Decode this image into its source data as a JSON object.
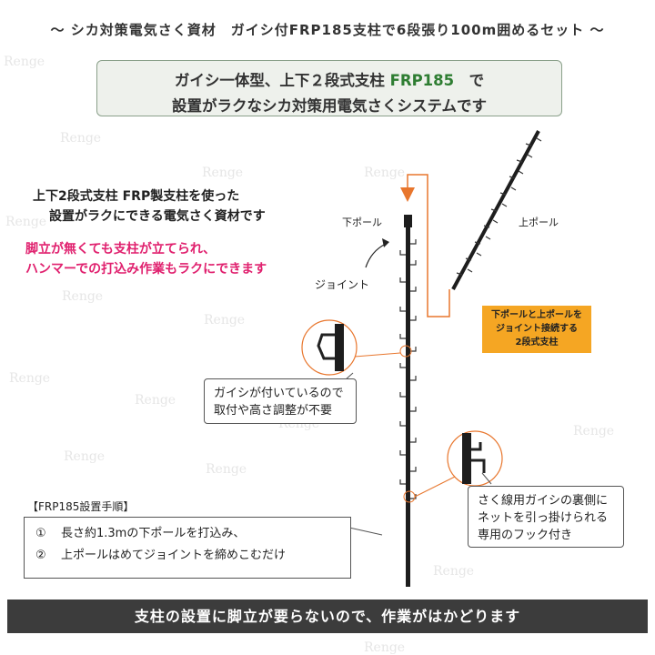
{
  "title": "〜 シカ対策電気さく資材　ガイシ付FRP185支柱で6段張り100m囲めるセット 〜",
  "hero": {
    "line1_prefix": "ガイシ一体型、上下２段式支柱 ",
    "line1_highlight": "FRP185",
    "line1_suffix": "　で",
    "line2": "設置がラクなシカ対策用電気さくシステムです",
    "highlight_color": "#2e7d32"
  },
  "desc": {
    "line1": "上下2段式支柱 FRP製支柱を使った",
    "line2": "設置がラクにできる電気さく資材です",
    "pink_line1": "脚立が無くても支柱が立てられ、",
    "pink_line2": "ハンマーでの打込み作業もラクにできます",
    "pink_color": "#e0206e"
  },
  "labels": {
    "lower_pole": "下ポール",
    "upper_pole": "上ポール",
    "joint": "ジョイント"
  },
  "orange_note": {
    "line1": "下ポールと上ポールを",
    "line2": "ジョイント接続する",
    "line3": "2段式支柱",
    "color": "#f5a623"
  },
  "callout_insulator": {
    "line1": "ガイシが付いているので",
    "line2": "取付や高さ調整が不要"
  },
  "callout_hook": {
    "line1": "さく線用ガイシの裏側に",
    "line2": "ネットを引っ掛けられる",
    "line3": "専用のフック付き"
  },
  "steps": {
    "title": "【FRP185設置手順】",
    "items": [
      {
        "num": "①",
        "text": "長さ約1.3mの下ポールを打込み、"
      },
      {
        "num": "②",
        "text": "上ポールはめてジョイントを締めこむだけ"
      }
    ]
  },
  "banner": "支柱の設置に脚立が要らないので、作業がはかどります",
  "watermark": "Renge",
  "icons": [
    "orange-arrow-icon",
    "curved-pointer-icon",
    "insulator-zoom-icon",
    "hook-zoom-icon"
  ]
}
